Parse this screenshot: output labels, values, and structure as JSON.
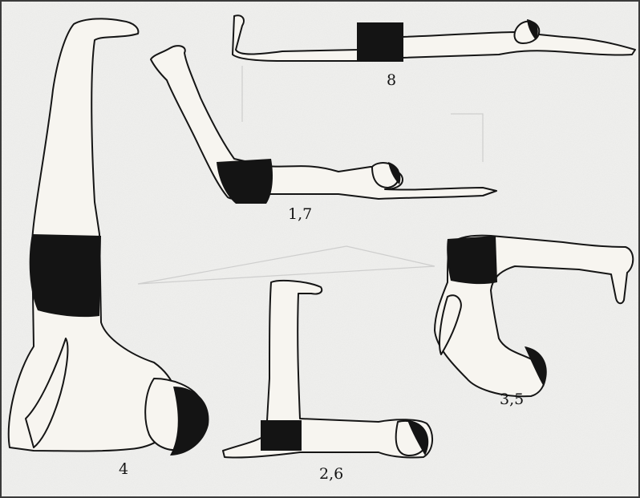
{
  "figure_labels": {
    "pose_8": "8",
    "pose_1_7": "1,7",
    "pose_3_5": "3,5",
    "pose_4": "4",
    "pose_2_6": "2,6"
  },
  "colors": {
    "ink": "#151515",
    "skin": "#f7f5f0",
    "shorts": "#141414",
    "paper": "#efefed",
    "ghost_text": "#9c9c9c"
  }
}
